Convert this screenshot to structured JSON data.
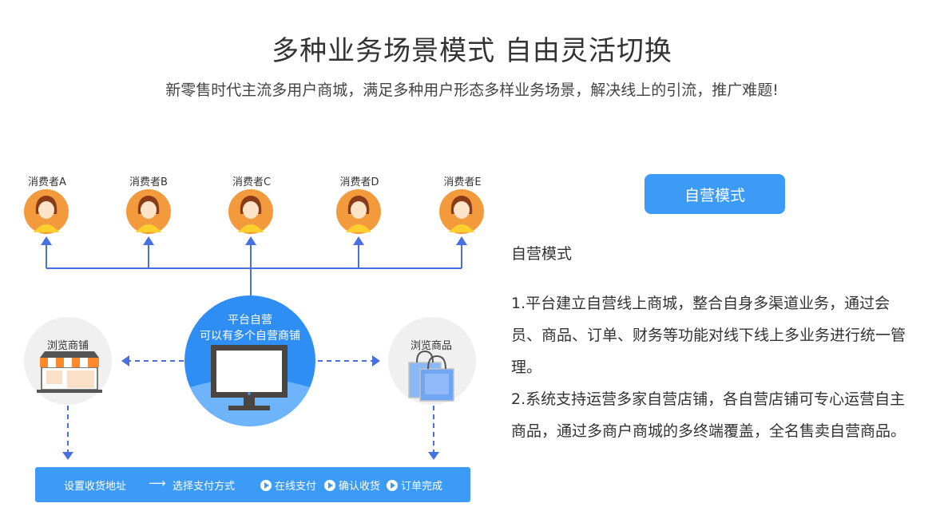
{
  "header": {
    "title": "多种业务场景模式 自由灵活切换",
    "subtitle": "新零售时代主流多用户商城，满足多种用户形态多样业务场景，解决线上的引流，推广难题!"
  },
  "diagram": {
    "consumers": [
      "消费者A",
      "消费者B",
      "消费者C",
      "消费者D",
      "消费者E"
    ],
    "center": {
      "line1": "平台自营",
      "line2": "可以有多个自营商铺"
    },
    "left_node": "浏览商铺",
    "right_node": "浏览商品",
    "flow": {
      "step1": "设置收货地址",
      "arrow": "⟶",
      "step2": "选择支付方式",
      "step3": "在线支付",
      "step4": "确认收货",
      "step5": "订单完成"
    },
    "colors": {
      "primary": "#3d9bf8",
      "line": "#4a6fe0",
      "avatar_bg": "#f39a3c",
      "dark": "#4a4540"
    },
    "icons": [
      "person-avatar-icon",
      "storefront-icon",
      "shopping-bag-icon",
      "monitor-icon",
      "play-icon"
    ]
  },
  "panel": {
    "button_label": "自营模式",
    "heading": "自营模式",
    "desc1": "1.平台建立自营线上商城，整合自身多渠道业务，通过会员、商品、订单、财务等功能对线下线上多业务进行统一管理。",
    "desc2": "2.系统支持运营多家自营店铺，各自营店铺可专心运营自主商品，通过多商户商城的多终端覆盖，全名售卖自营商品。"
  }
}
